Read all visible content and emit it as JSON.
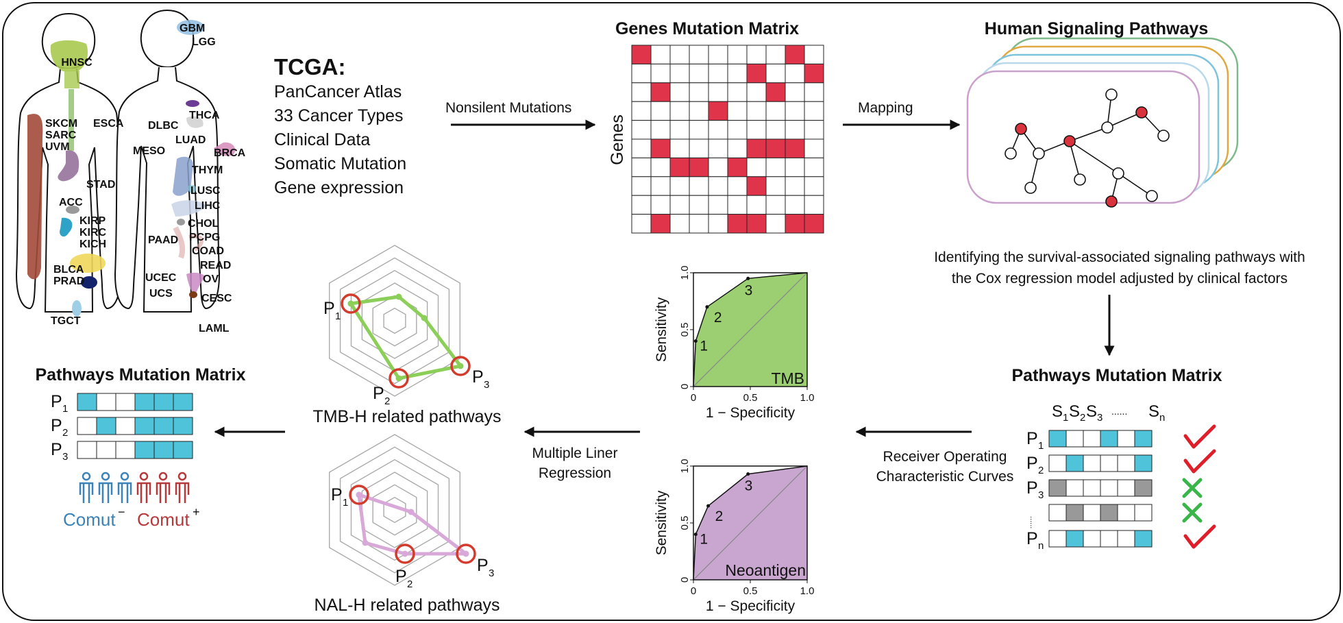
{
  "body_map": {
    "left_labels": [
      "HNSC",
      "SKCM",
      "SARC",
      "UVM",
      "ESCA",
      "STAD",
      "ACC",
      "KIRP",
      "KIRC",
      "KICH",
      "BLCA",
      "PRAD",
      "TGCT"
    ],
    "right_labels": [
      "GBM",
      "LGG",
      "THCA",
      "DLBC",
      "LUAD",
      "MESO",
      "BRCA",
      "THYM",
      "LUSC",
      "LIHC",
      "CHOL",
      "PAAD",
      "PCPG",
      "COAD",
      "READ",
      "UCEC",
      "OV",
      "UCS",
      "CESC",
      "LAML"
    ]
  },
  "tcga": {
    "title": "TCGA:",
    "items": [
      "PanCancer Atlas",
      "33 Cancer Types",
      "Clinical Data",
      "Somatic Mutation",
      "Gene expression"
    ]
  },
  "arrows": {
    "nonsilent": "Nonsilent Mutations",
    "mapping": "Mapping",
    "cox_line1": "Identifying the survival-associated signaling pathways with",
    "cox_line2": "the Cox regression model adjusted by clinical factors",
    "roc_line1": "Receiver Operating",
    "roc_line2": "Characteristic Curves",
    "mlr_line1": "Multiple  Liner",
    "mlr_line2": "Regression"
  },
  "genes_matrix": {
    "title": "Genes Mutation Matrix",
    "ylabel": "Genes",
    "rows": [
      [
        1,
        0,
        0,
        0,
        0,
        0,
        0,
        0,
        1,
        0
      ],
      [
        0,
        0,
        0,
        0,
        0,
        0,
        1,
        0,
        0,
        1
      ],
      [
        0,
        1,
        0,
        0,
        0,
        0,
        0,
        1,
        0,
        0
      ],
      [
        0,
        0,
        0,
        0,
        1,
        0,
        0,
        0,
        0,
        0
      ],
      [
        0,
        0,
        0,
        0,
        0,
        0,
        0,
        0,
        0,
        0
      ],
      [
        0,
        1,
        0,
        0,
        0,
        0,
        1,
        1,
        1,
        0
      ],
      [
        0,
        0,
        1,
        1,
        0,
        1,
        0,
        0,
        0,
        0
      ],
      [
        0,
        0,
        0,
        0,
        0,
        0,
        1,
        0,
        0,
        0
      ],
      [
        0,
        0,
        0,
        0,
        0,
        0,
        0,
        0,
        0,
        0
      ],
      [
        0,
        1,
        0,
        0,
        0,
        1,
        1,
        0,
        1,
        1
      ]
    ]
  },
  "network": {
    "title": "Human Signaling Pathways",
    "layer_colors": [
      "#7fb98a",
      "#e0a840",
      "#7cc3dc",
      "#b9d9ea",
      "#c9a1cc"
    ]
  },
  "pathways_right": {
    "title": "Pathways Mutation Matrix",
    "sample_header": [
      "S",
      "1",
      "S",
      "2",
      "S",
      "3",
      "......",
      "S",
      "n"
    ],
    "rows": [
      {
        "p": "P",
        "sub": "1",
        "cells": [
          1,
          0,
          0,
          1,
          0,
          1
        ],
        "color": "#4fc3d9",
        "mark": "check"
      },
      {
        "p": "P",
        "sub": "2",
        "cells": [
          0,
          1,
          0,
          0,
          0,
          1
        ],
        "color": "#4fc3d9",
        "mark": "check"
      },
      {
        "p": "P",
        "sub": "3",
        "cells": [
          1,
          0,
          0,
          0,
          0,
          1
        ],
        "color": "#999999",
        "mark": "cross"
      },
      {
        "p": "",
        "sub": "",
        "cells": [
          0,
          1,
          0,
          1,
          0,
          0
        ],
        "color": "#999999",
        "mark": "cross"
      },
      {
        "p": "P",
        "sub": "n",
        "cells": [
          0,
          1,
          0,
          0,
          0,
          1
        ],
        "color": "#4fc3d9",
        "mark": "check"
      }
    ],
    "dots": "......"
  },
  "roc_tmb": {
    "label": "TMB",
    "ylabel": "Sensitivity",
    "xlabel": "1 − Specificity",
    "ticks": [
      "0",
      "0.5",
      "1.0"
    ],
    "points": [
      [
        0,
        0
      ],
      [
        0.02,
        0.4
      ],
      [
        0.12,
        0.7
      ],
      [
        0.48,
        0.95
      ],
      [
        1,
        1
      ]
    ],
    "point_labels": [
      "3",
      "2",
      "1"
    ],
    "fill": "#9ccf72"
  },
  "roc_neo": {
    "label": "Neoantigen",
    "ylabel": "Sensitivity",
    "xlabel": "1 − Specificity",
    "ticks": [
      "0",
      "0.5",
      "1.0"
    ],
    "points": [
      [
        0,
        0
      ],
      [
        0.02,
        0.4
      ],
      [
        0.13,
        0.65
      ],
      [
        0.48,
        0.93
      ],
      [
        1,
        1
      ]
    ],
    "point_labels": [
      "3",
      "2",
      "1"
    ],
    "fill": "#c8a6cf"
  },
  "radar_tmb": {
    "caption": "TMB-H related pathways",
    "labels": [
      "P",
      "1",
      "P",
      "2",
      "P",
      "3"
    ],
    "line_color": "#8ccf58"
  },
  "radar_nal": {
    "caption": "NAL-H related pathways",
    "labels": [
      "P",
      "1",
      "P",
      "2",
      "P",
      "3"
    ],
    "line_color": "#d8a8d8"
  },
  "pathways_left": {
    "title": "Pathways Mutation Matrix",
    "rows": [
      {
        "p": "P",
        "sub": "1",
        "cells": [
          1,
          0,
          0,
          1,
          1,
          1
        ]
      },
      {
        "p": "P",
        "sub": "2",
        "cells": [
          0,
          1,
          0,
          1,
          1,
          1
        ]
      },
      {
        "p": "P",
        "sub": "3",
        "cells": [
          0,
          0,
          0,
          1,
          1,
          1
        ]
      }
    ],
    "comut_minus": "Comut",
    "minus_sup": "−",
    "comut_plus": "Comut",
    "plus_sup": "+",
    "blue": "#3b82b8",
    "red": "#b5383a"
  }
}
